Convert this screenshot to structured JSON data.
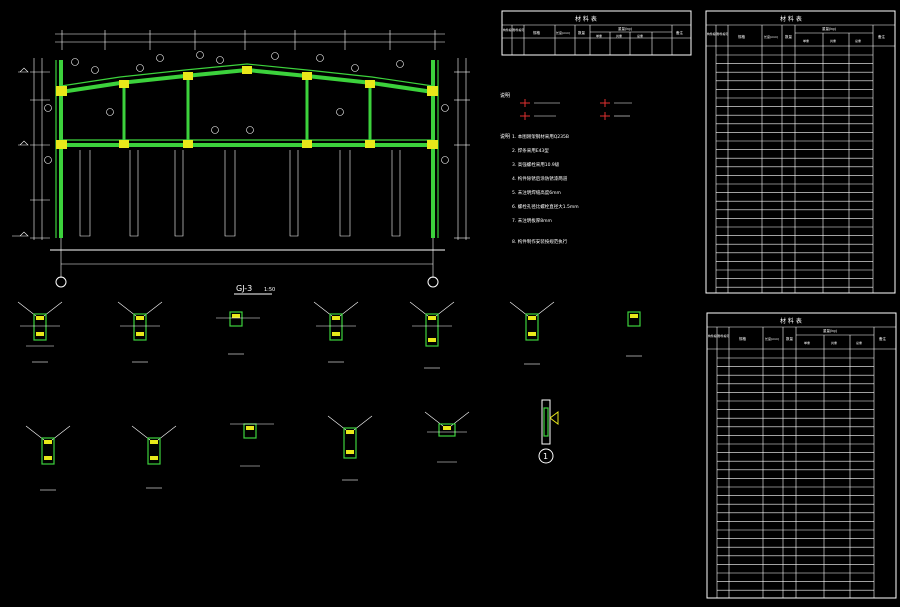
{
  "frame_label": "GJ-3",
  "frame_scale": "1:50",
  "section_marker": "1",
  "legend_title": "说明",
  "note_title": "说明",
  "notes": [
    "1. 本图刚架钢材采用Q235B",
    "2. 焊条采用E43型",
    "3. 高强螺栓采用10.9级",
    "4. 构件除锈后涂防锈漆两道",
    "5. 未注明焊缝高度6mm",
    "6. 螺栓孔径比螺栓直径大1.5mm",
    "7. 未注明板厚8mm",
    "8. 构件制作安装按规范执行"
  ],
  "table1_title": "材 料 表",
  "table2_title": "材 料 表",
  "table3_title": "材 料 表",
  "table_headers": [
    "构件编号",
    "零件编号",
    "规格",
    "长度(mm)",
    "数量",
    "重量(kg)",
    "单重",
    "共重",
    "总重",
    "备注"
  ],
  "colors": {
    "steel": "#3cd23c",
    "node": "#e8e81a",
    "line": "#ffffff",
    "mark": "#e03030"
  }
}
